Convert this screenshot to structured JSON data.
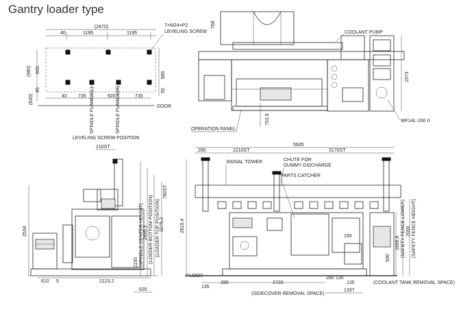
{
  "title": "Gantry loader type",
  "plan_view": {
    "overall_width": "(2470)",
    "top_dims": [
      "40",
      "1195",
      "1195"
    ],
    "bottom_dims": [
      "40",
      "735",
      "920",
      "735"
    ],
    "left_dims": [
      "(980)",
      "805",
      "95",
      "(620)"
    ],
    "right_dims": [
      "885",
      "55"
    ],
    "leveling_screw_note": "7×M24×P2",
    "leveling_screw_label": "LEVELING SCREW",
    "door_label": "DOOR",
    "spindle_l": "SPINDLE FLANGE(L)",
    "spindle_r": "SPINDLE FLANGE(R)",
    "leveling_screw_position": "LEVELING SCREW POSITION"
  },
  "top_view": {
    "dim_768": "768",
    "coolant_pump": "COOLANT PUMP",
    "dim_1573": "1573",
    "dim_703": "703.9",
    "operation_panel": "OPERATION PANEL",
    "wf_label": "WF14L-160 II"
  },
  "side_view": {
    "dim_210st": "210ST",
    "dim_780st": "780ST",
    "loader_top": "(LOADER TOP POSITION)",
    "dim_3275": "3275.2",
    "loader_bottom": "(LOADER BOTTOM POSITION)",
    "dim_2495": "2495.3",
    "spindle_center": "(SPINDLE CENTER HEIGHT)",
    "dim_1150": "1150",
    "dim_2534": "2534",
    "dim_610": "610",
    "dim_5": "5",
    "dim_2123": "2123.2",
    "dim_620": "620"
  },
  "front_view": {
    "dim_5935": "5935",
    "dim_260": "260",
    "dim_2210": "2210ST",
    "dim_3170": "3170ST",
    "signal_tower": "SIGNAL TOWER",
    "chute_line1": "CHUTE FOR",
    "chute_line2": "DUMMY DISCHARGE",
    "parts_catcher": "PARTS CATCHER",
    "dim_2815": "2815.4",
    "dim_150": "150",
    "safety_fence": "(SAFETY FENCE HEIGHT)",
    "dim_2000": "2000",
    "safety_fence_lower": "(SAFETY FENCE LOWER)",
    "dim_1696": "1696.8",
    "dim_500": "500",
    "floor": "FLOOR",
    "dim_135": "135",
    "dim_285": "285",
    "dim_2720": "2720",
    "dim_1337": "1337",
    "dim_130": "130",
    "dim_135b": "135",
    "dim_280": "280",
    "sidecover": "(SIDECOVER REMOVAL SPACE)",
    "coolant_tank": "(COOLANT TANK REMOVAL SPACE)"
  }
}
